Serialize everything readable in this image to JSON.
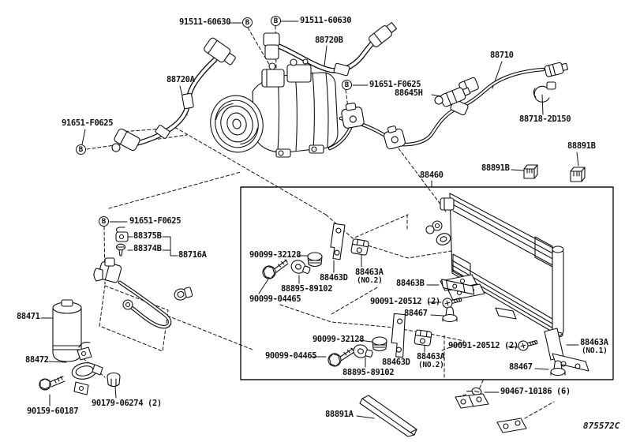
{
  "colors": {
    "line": "#111111",
    "background": "#ffffff"
  },
  "code": "875572C",
  "markers": [
    {
      "text": "B"
    },
    {
      "text": "B"
    },
    {
      "text": "B"
    },
    {
      "text": "B"
    },
    {
      "text": "B"
    }
  ],
  "labels": [
    {
      "text": "91511-60630"
    },
    {
      "text": "91511-60630"
    },
    {
      "text": "88720B"
    },
    {
      "text": "88720A"
    },
    {
      "text": "88710"
    },
    {
      "text": "91651-F0625"
    },
    {
      "text": "91651-F0625"
    },
    {
      "text": "88645H"
    },
    {
      "text": "88718-2D150"
    },
    {
      "text": "88891B"
    },
    {
      "text": "88891B"
    },
    {
      "text": "88460"
    },
    {
      "text": "91651-F0625"
    },
    {
      "text": "88375B"
    },
    {
      "text": "88374B"
    },
    {
      "text": "88716A"
    },
    {
      "text": "90099-32128"
    },
    {
      "text": "88463D"
    },
    {
      "text": "88463A"
    },
    {
      "text": "(NO.2)"
    },
    {
      "text": "88895-89102"
    },
    {
      "text": "90099-04465"
    },
    {
      "text": "88463B"
    },
    {
      "text": "90091-20512 (2)"
    },
    {
      "text": "88467"
    },
    {
      "text": "88471"
    },
    {
      "text": "90099-32128"
    },
    {
      "text": "90099-04465"
    },
    {
      "text": "88895-89102"
    },
    {
      "text": "88463D"
    },
    {
      "text": "88463A"
    },
    {
      "text": "(NO.2)"
    },
    {
      "text": "90091-20512 (2)"
    },
    {
      "text": "88463A"
    },
    {
      "text": "(NO.1)"
    },
    {
      "text": "88467"
    },
    {
      "text": "88472"
    },
    {
      "text": "90467-10186 (6)"
    },
    {
      "text": "88891A"
    },
    {
      "text": "90179-06274 (2)"
    },
    {
      "text": "90159-60187"
    }
  ]
}
